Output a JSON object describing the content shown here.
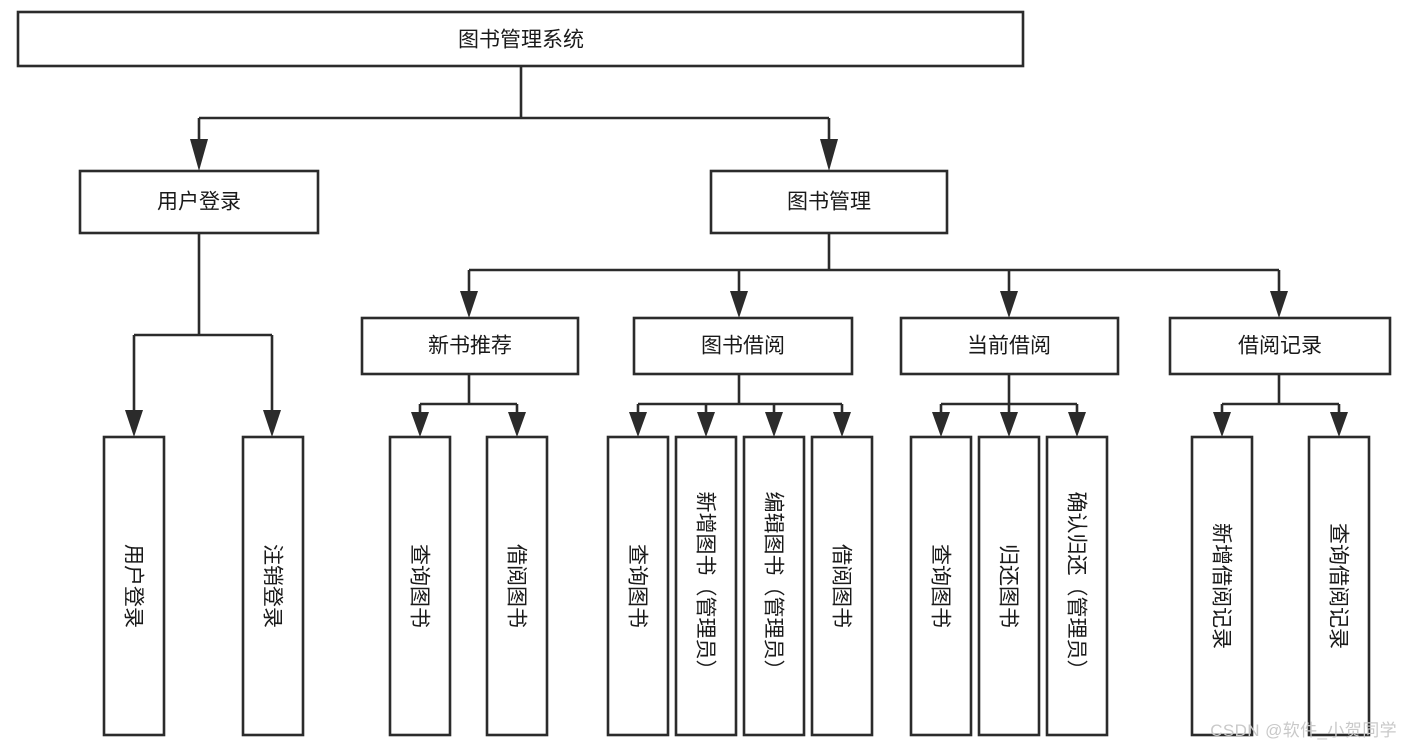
{
  "diagram": {
    "title": "图书管理系统",
    "watermark": "CSDN @软件_小贺同学",
    "colors": {
      "box_stroke": "#2b2b2b",
      "box_fill": "#ffffff",
      "text": "#1a1a1a",
      "background": "#ffffff",
      "watermark": "#c9c9c9"
    },
    "nodes": {
      "root": "图书管理系统",
      "level2": {
        "user_login": "用户登录",
        "book_manage": "图书管理"
      },
      "level3": {
        "new_book_rec": "新书推荐",
        "book_borrow": "图书借阅",
        "current_borrow": "当前借阅",
        "borrow_record": "借阅记录"
      },
      "leaves": {
        "user_login_1": "用户登录",
        "user_login_2": "注销登录",
        "new_book_rec_1": "查询图书",
        "new_book_rec_2": "借阅图书",
        "book_borrow_1": "查询图书",
        "book_borrow_2": "新增图书（管理员）",
        "book_borrow_3": "编辑图书（管理员）",
        "book_borrow_4": "借阅图书",
        "current_borrow_1": "查询图书",
        "current_borrow_2": "归还图书",
        "current_borrow_3": "确认归还（管理员）",
        "borrow_record_1": "新增借阅记录",
        "borrow_record_2": "查询借阅记录"
      }
    }
  }
}
